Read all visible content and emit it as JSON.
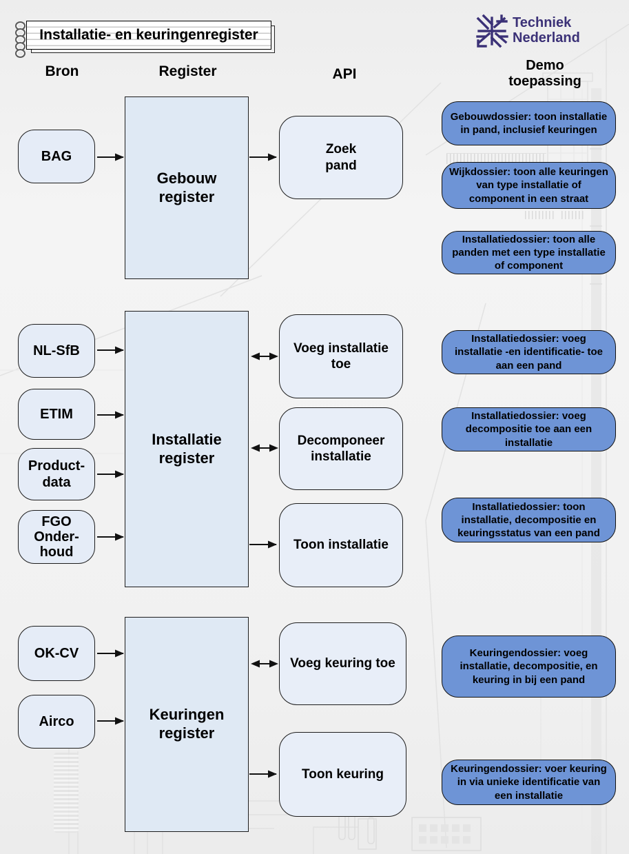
{
  "title": "Installatie- en keuringenregister",
  "logo": {
    "line1": "Techniek",
    "line2": "Nederland"
  },
  "headers": {
    "bron": "Bron",
    "register": "Register",
    "api": "API",
    "demo": "Demo\ntoepassing"
  },
  "bron": {
    "bag": "BAG",
    "nlsfb": "NL-SfB",
    "etim": "ETIM",
    "productdata": "Product-\ndata",
    "fgo": "FGO\nOnder-\nhoud",
    "okcv": "OK-CV",
    "airco": "Airco"
  },
  "registers": {
    "gebouw": "Gebouw\nregister",
    "installatie": "Installatie\nregister",
    "keuringen": "Keuringen\nregister"
  },
  "api": {
    "zoek_pand": "Zoek\npand",
    "voeg_installatie": "Voeg installatie\ntoe",
    "decomponeer": "Decomponeer\ninstallatie",
    "toon_installatie": "Toon installatie",
    "voeg_keuring": "Voeg keuring toe",
    "toon_keuring": "Toon keuring"
  },
  "demo": [
    "Gebouwdossier: toon installatie in pand, inclusief keuringen",
    "Wijkdossier: toon alle keuringen van type installatie of component in een straat",
    "Installatiedossier: toon alle panden met een type installatie of component",
    "Installatiedossier: voeg installatie -en identificatie- toe aan een pand",
    "Installatiedossier: voeg decompositie toe aan een installatie",
    "Installatiedossier: toon installatie, decompositie en keuringsstatus van een pand",
    "Keuringendossier: voeg installatie, decompositie, en keuring in bij een pand",
    "Keuringendossier: voer keuring in via unieke identificatie van een installatie"
  ],
  "edges": [
    {
      "from": "BAG",
      "to": "Gebouw register",
      "type": "arrow"
    },
    {
      "from": "Gebouw register",
      "to": "Zoek pand",
      "type": "arrow"
    },
    {
      "from": "NL-SfB",
      "to": "Installatie register",
      "type": "arrow"
    },
    {
      "from": "ETIM",
      "to": "Installatie register",
      "type": "arrow"
    },
    {
      "from": "Product-data",
      "to": "Installatie register",
      "type": "arrow"
    },
    {
      "from": "FGO Onderhoud",
      "to": "Installatie register",
      "type": "arrow"
    },
    {
      "from": "Installatie register",
      "to": "Voeg installatie toe",
      "type": "double-arrow"
    },
    {
      "from": "Installatie register",
      "to": "Decomponeer installatie",
      "type": "double-arrow"
    },
    {
      "from": "Installatie register",
      "to": "Toon installatie",
      "type": "arrow"
    },
    {
      "from": "OK-CV",
      "to": "Keuringen register",
      "type": "arrow"
    },
    {
      "from": "Airco",
      "to": "Keuringen register",
      "type": "arrow"
    },
    {
      "from": "Keuringen register",
      "to": "Voeg keuring toe",
      "type": "double-arrow"
    },
    {
      "from": "Keuringen register",
      "to": "Toon keuring",
      "type": "arrow"
    }
  ],
  "colors": {
    "source_box_fill": "#e5ecf7",
    "register_box_fill": "#dfe9f4",
    "api_box_fill": "#e8eef8",
    "demo_box_fill": "#6e94d6",
    "logo_purple": "#3b3177",
    "border": "#1c1c1c"
  }
}
